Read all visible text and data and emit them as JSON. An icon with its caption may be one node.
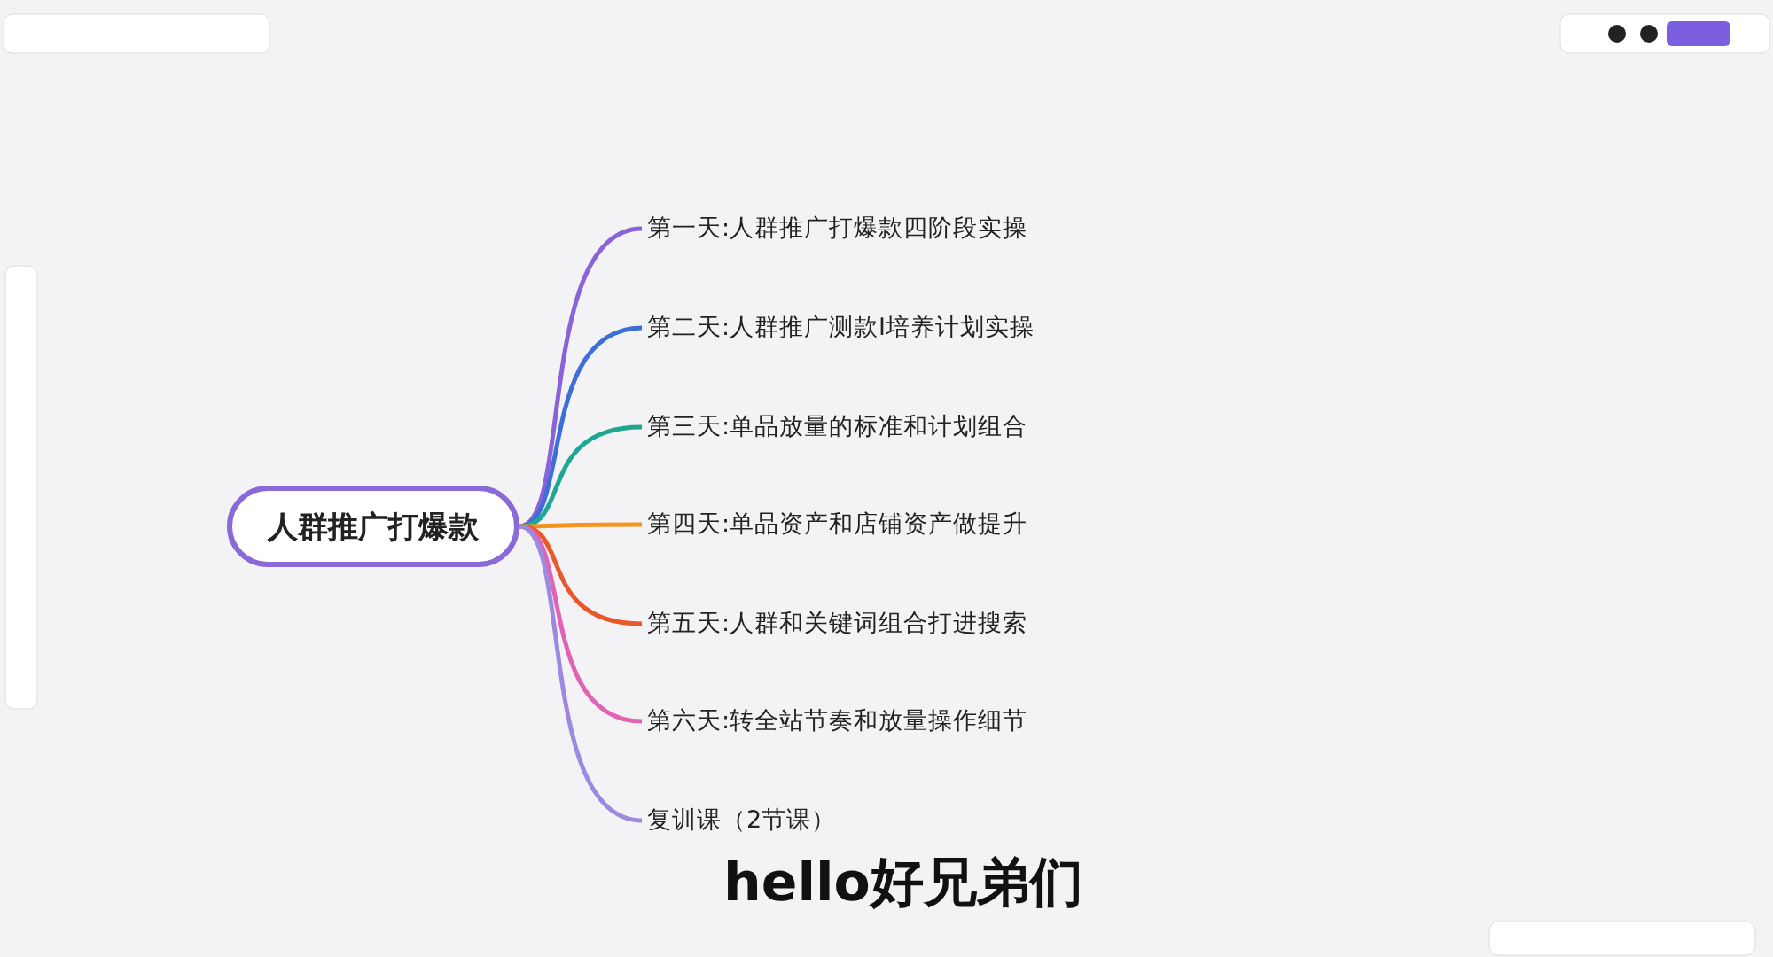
{
  "diagram": {
    "nodes": [
      {
        "text": [
          "人群推广打爆款"
        ]
      },
      {
        "text": [
          "第一天:人群推广打爆款四阶段实操"
        ]
      },
      {
        "text": [
          "第二天:人群推广测款I培养计划实操"
        ]
      },
      {
        "text": [
          "第三天:单品放量的标准和计划组合"
        ]
      },
      {
        "text": [
          "第四天:单品资产和店铺资产做提升"
        ]
      },
      {
        "text": [
          "第五天:人群和关键词组合打进搜索"
        ]
      },
      {
        "text": [
          "第六天:转全站节奏和放量操作细节"
        ]
      },
      {
        "text": [
          "复训课（2节课）"
        ]
      }
    ],
    "edges": [
      {
        "from": 0,
        "to": 1,
        "arrow": "none",
        "color": "#8a63d8"
      },
      {
        "from": 0,
        "to": 2,
        "arrow": "none",
        "color": "#3d6fd6"
      },
      {
        "from": 0,
        "to": 3,
        "arrow": "none",
        "color": "#1ea894"
      },
      {
        "from": 0,
        "to": 4,
        "arrow": "none",
        "color": "#f5931c"
      },
      {
        "from": 0,
        "to": 5,
        "arrow": "none",
        "color": "#e8582a"
      },
      {
        "from": 0,
        "to": 6,
        "arrow": "none",
        "color": "#e063b4"
      },
      {
        "from": 0,
        "to": 7,
        "arrow": "none",
        "color": "#9c8ae0"
      }
    ],
    "labels": [
      "hello好兄弟们"
    ]
  }
}
